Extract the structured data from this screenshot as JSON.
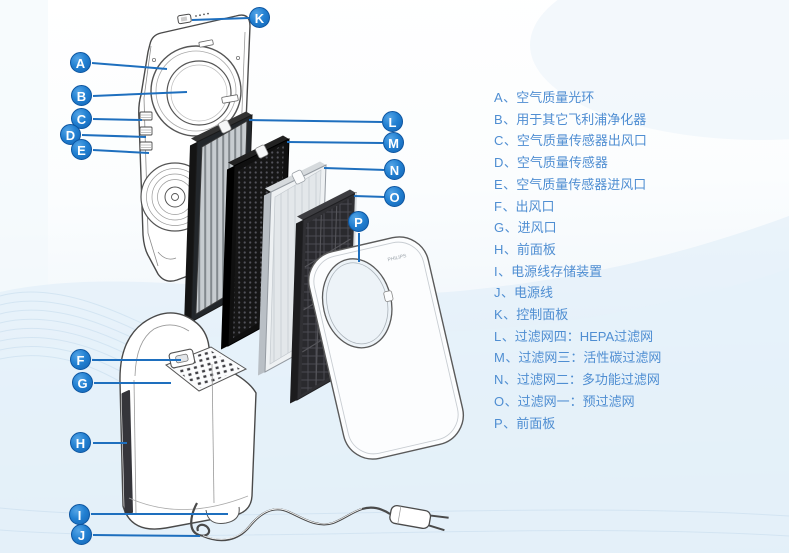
{
  "brand": {
    "logo": "PHILIPS"
  },
  "legend": {
    "separator": "、",
    "items": [
      {
        "letter": "A",
        "text": "空气质量光环"
      },
      {
        "letter": "B",
        "text": "用于其它飞利浦净化器"
      },
      {
        "letter": "C",
        "text": "空气质量传感器出风口"
      },
      {
        "letter": "D",
        "text": "空气质量传感器"
      },
      {
        "letter": "E",
        "text": "空气质量传感器进风口"
      },
      {
        "letter": "F",
        "text": "出风口"
      },
      {
        "letter": "G",
        "text": "进风口"
      },
      {
        "letter": "H",
        "text": "前面板"
      },
      {
        "letter": "I",
        "text": "电源线存储装置"
      },
      {
        "letter": "J",
        "text": "电源线"
      },
      {
        "letter": "K",
        "text": "控制面板"
      },
      {
        "letter": "L",
        "text": "过滤网四：HEPA过滤网"
      },
      {
        "letter": "M",
        "text": "过滤网三：活性碳过滤网"
      },
      {
        "letter": "N",
        "text": "过滤网二：多功能过滤网"
      },
      {
        "letter": "O",
        "text": "过滤网一：预过滤网"
      },
      {
        "letter": "P",
        "text": "前面板"
      }
    ]
  },
  "colors": {
    "badge_blue": "#1b76c8",
    "callout_line": "#1e6fbe",
    "legend_text": "#4f8ed2"
  }
}
